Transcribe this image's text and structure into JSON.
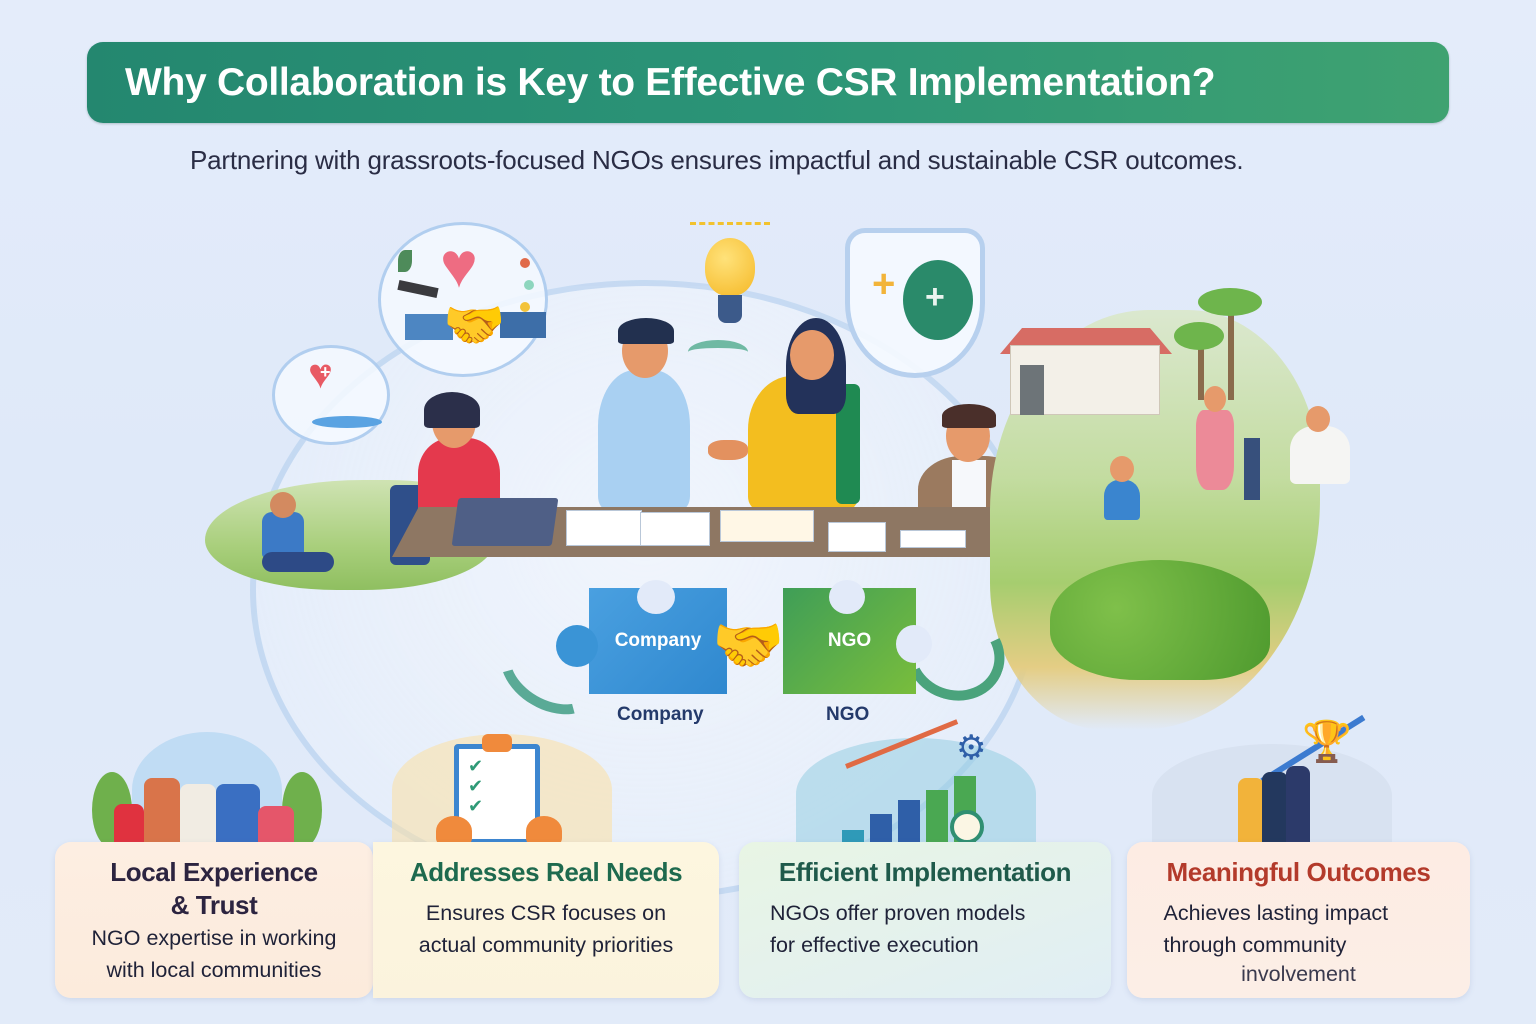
{
  "header": {
    "title": "Why Collaboration is Key to Effective CSR Implementation?",
    "subtitle": "Partnering with grassroots-focused NGOs ensures impactful and sustainable CSR outcomes.",
    "title_bar_color": "#2b9477"
  },
  "scene": {
    "icons": [
      "heart-icon",
      "handshake-icon",
      "lightbulb-icon",
      "shield-health-icon",
      "health-heart-icon",
      "laptop-icon",
      "house-icon",
      "palm-tree-icon",
      "water-pump-icon"
    ],
    "puzzle": {
      "left_piece_text": "Company",
      "right_piece_text": "NGO",
      "left_label": "Company",
      "right_label": "NGO",
      "left_color": "#3a94d6",
      "right_color": "#5cae48"
    }
  },
  "cards": [
    {
      "title_line1": "Local Experience",
      "title_line2": "& Trust",
      "body_line1": "NGO expertise in working",
      "body_line2": "with local communities",
      "title_color": "#2c2440",
      "illustration": "community-group-icon"
    },
    {
      "title": "Addresses Real Needs",
      "body_line1": "Ensures CSR focuses on",
      "body_line2": "actual community priorities",
      "title_color": "#1e6a4e",
      "illustration": "checklist-clipboard-icon"
    },
    {
      "title": "Efficient Implementation",
      "body_line1": "NGOs offer proven models",
      "body_line2": "for effective execution",
      "title_color": "#1f5a4b",
      "illustration": "growth-chart-gear-icon"
    },
    {
      "title": "Meaningful Outcomes",
      "body_line1": "Achieves lasting impact",
      "body_line2": "through community",
      "body_line3": "involvement",
      "title_color": "#b33a2b",
      "illustration": "trophy-team-icon"
    }
  ]
}
